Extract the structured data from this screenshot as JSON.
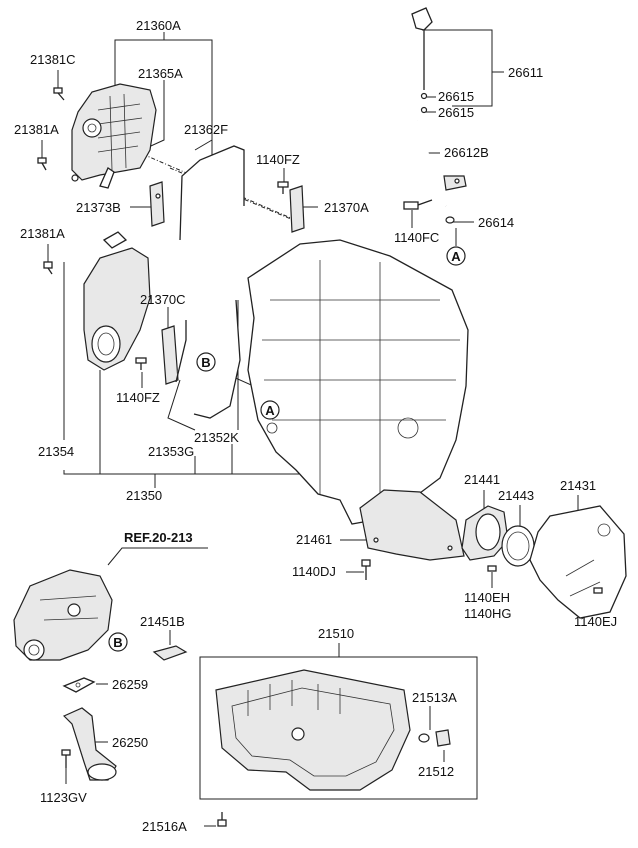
{
  "diagram": {
    "part_labels": {
      "p21360A": "21360A",
      "p21381C": "21381C",
      "p21365A": "21365A",
      "p21381A_top": "21381A",
      "p21362F": "21362F",
      "p1140FZ_top": "1140FZ",
      "p21373B": "21373B",
      "p21370A": "21370A",
      "p21381A_mid": "21381A",
      "p21370C": "21370C",
      "p1140FZ_mid": "1140FZ",
      "p21354": "21354",
      "p21353G": "21353G",
      "p21352K": "21352K",
      "p21350": "21350",
      "p26611": "26611",
      "p26615_a": "26615",
      "p26615_b": "26615",
      "p26612B": "26612B",
      "p1140FC": "1140FC",
      "p26614": "26614",
      "p21441": "21441",
      "p21443": "21443",
      "p21431": "21431",
      "p21461": "21461",
      "p1140DJ": "1140DJ",
      "p1140EH": "1140EH",
      "p1140HG": "1140HG",
      "p1140EJ": "1140EJ",
      "ref": "REF.20-213",
      "p21451B": "21451B",
      "p26259": "26259",
      "p26250": "26250",
      "p1123GV": "1123GV",
      "p21510": "21510",
      "p21513A": "21513A",
      "p21512": "21512",
      "p21516A": "21516A"
    },
    "callouts": {
      "A_dipstick": "A",
      "A_engine": "A",
      "B_engine": "B",
      "B_pump": "B"
    }
  }
}
